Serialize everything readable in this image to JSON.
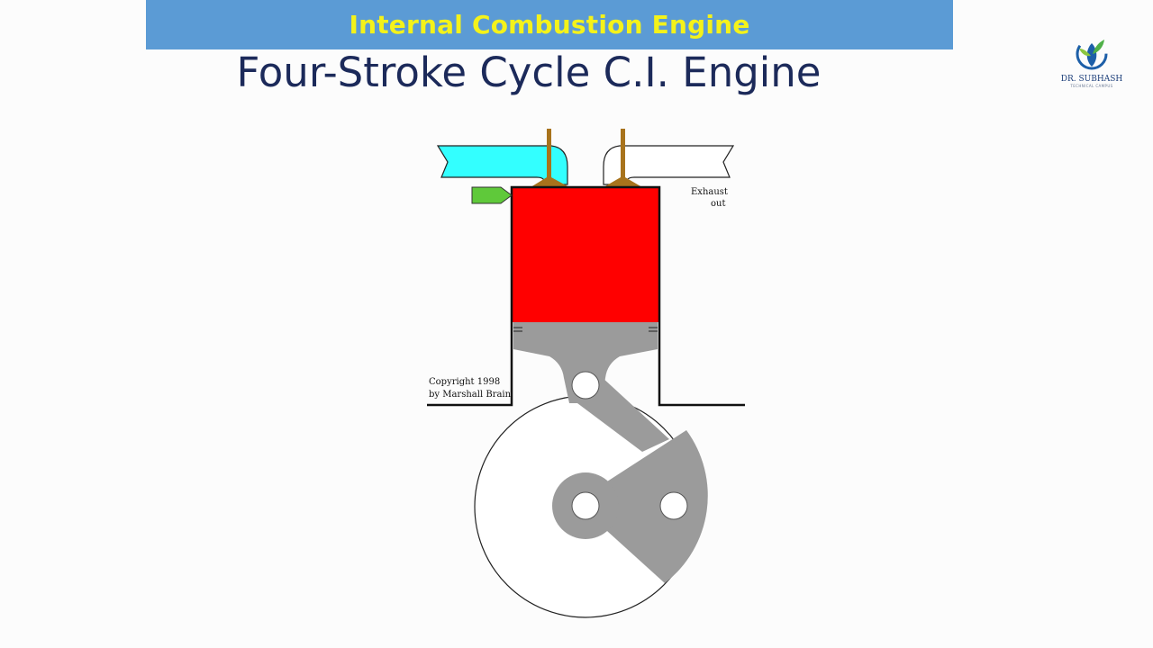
{
  "banner": {
    "title": "Internal Combustion Engine"
  },
  "slide": {
    "title": "Four-Stroke Cycle C.I. Engine"
  },
  "logo": {
    "name": "DR. SUBHASH",
    "subtitle": "TECHNICAL CAMPUS"
  },
  "diagram": {
    "label_exhaust_line1": "Exhaust",
    "label_exhaust_line2": "out",
    "copyright_line1": "Copyright 1998",
    "copyright_line2": "by Marshall Brain"
  },
  "colors": {
    "banner_bg": "#5b9bd5",
    "banner_text": "#f4f21a",
    "title_text": "#1c2a5a",
    "intake_port": "#33ffff",
    "combustion_chamber": "#ff0000",
    "fuel_injector": "#5fc93a",
    "valves": "#a8731c",
    "piston_and_rod": "#9b9b9b"
  }
}
